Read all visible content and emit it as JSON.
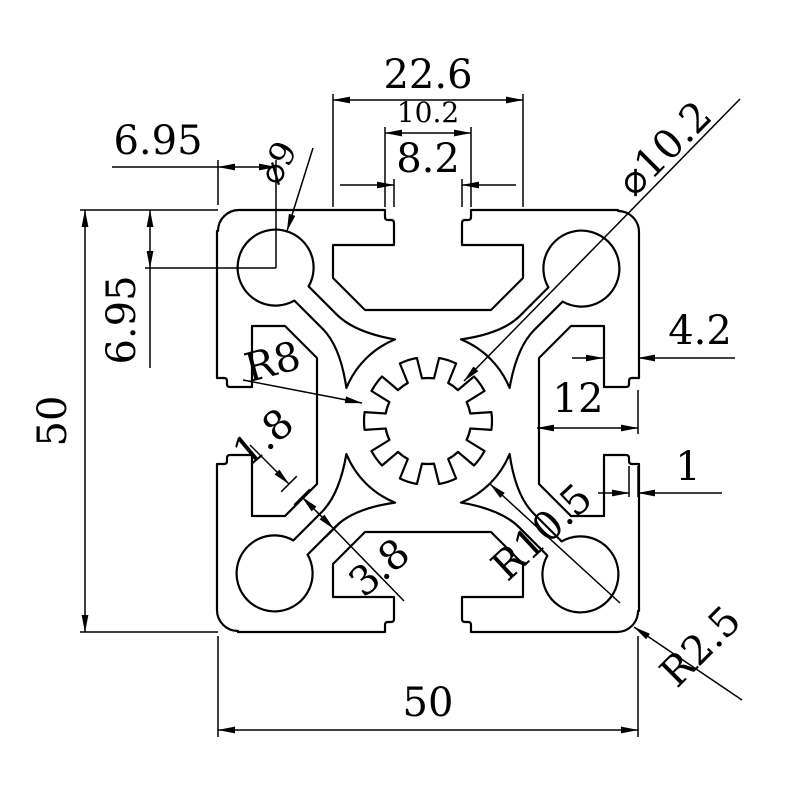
{
  "drawing": {
    "type": "technical-drawing",
    "subject": "5050 T-slot aluminum extrusion profile cross-section",
    "background_color": "#ffffff",
    "line_color": "#000000",
    "dims": {
      "slot_cavity_width": "22.6",
      "slot_entry_width": "10.2",
      "slot_opening_width": "8.2",
      "bore_offset_h": "6.95",
      "bore_dia": "⌀9",
      "bore_offset_v": "6.95",
      "overall_height": "50",
      "serration_radius": "R8",
      "web_thickness": "1.8",
      "lip_thickness": "4.2",
      "slot_depth": "12",
      "entry_step": "1",
      "channel_width": "3.8",
      "flare_radius": "R10.5",
      "center_bore_dia": "⌀10.2",
      "corner_radius": "R2.5",
      "overall_width": "50"
    }
  }
}
